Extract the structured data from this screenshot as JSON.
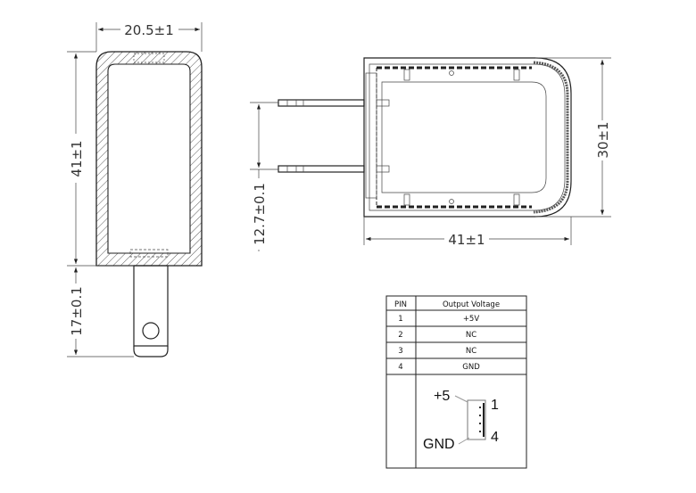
{
  "dimensions": {
    "side_width": "20.5±1",
    "side_height": "41±1",
    "plug_length": "17±0.1",
    "pin_spacing": "12.7±0.1",
    "top_height": "30±1",
    "top_length": "41±1"
  },
  "pin_table": {
    "headers": [
      "PIN",
      "Output Voltage"
    ],
    "rows": [
      [
        "1",
        "+5V"
      ],
      [
        "2",
        "NC"
      ],
      [
        "3",
        "NC"
      ],
      [
        "4",
        "GND"
      ]
    ],
    "connector": {
      "label_plus": "+5",
      "label_gnd": "GND",
      "pin_first": "1",
      "pin_last": "4"
    }
  }
}
